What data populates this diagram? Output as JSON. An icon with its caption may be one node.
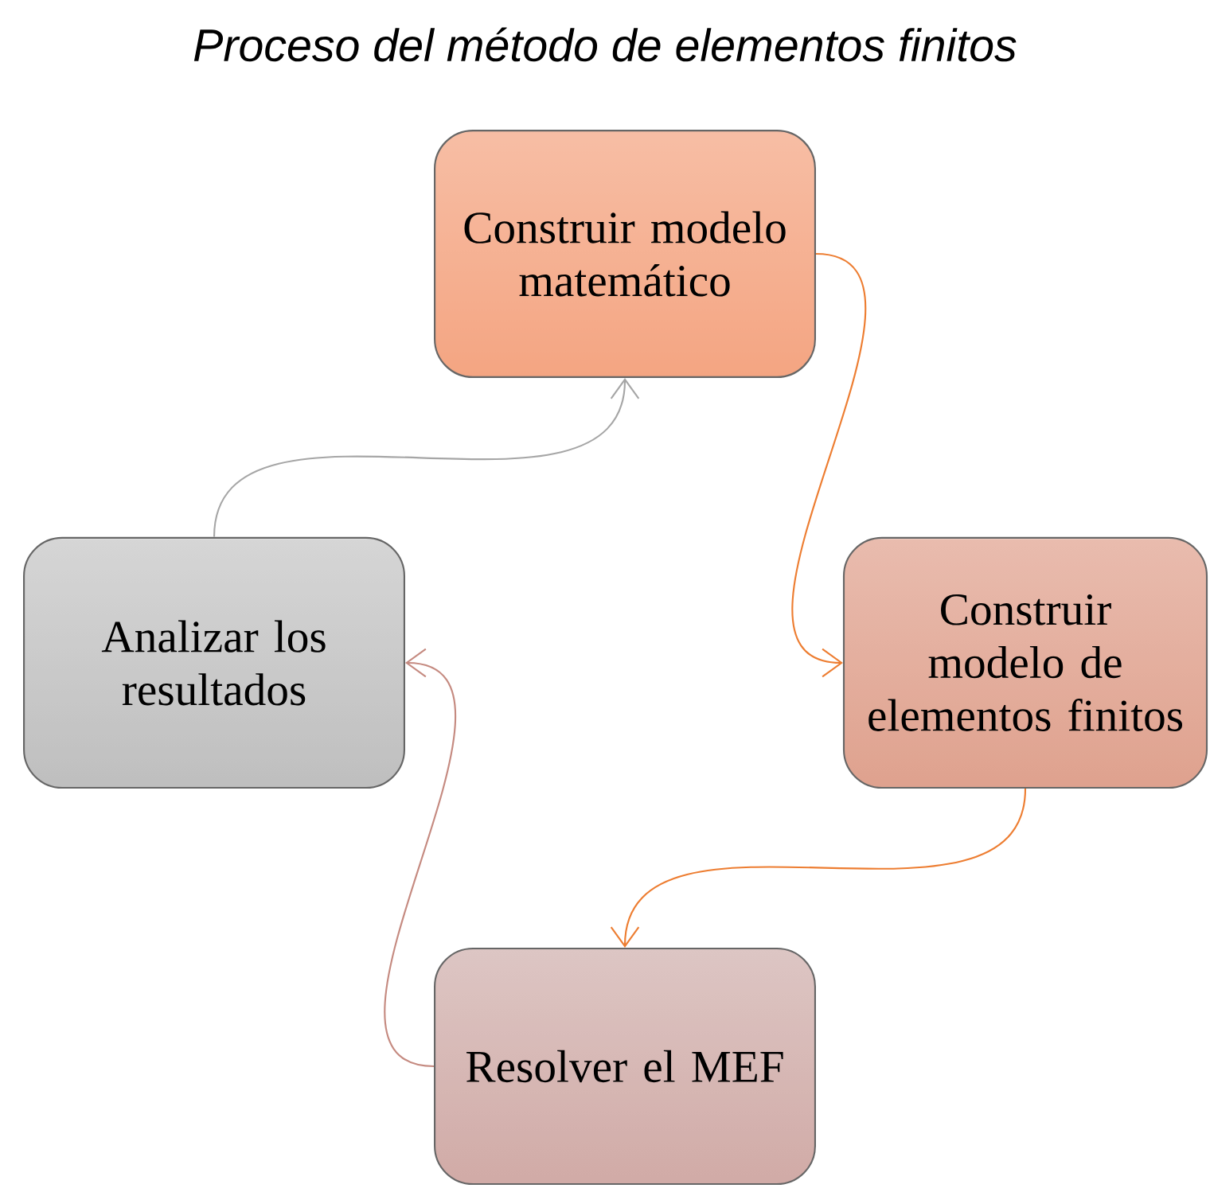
{
  "diagram": {
    "title": "Proceso del método de elementos finitos",
    "nodes": [
      {
        "text": [
          "Construir modelo matemático"
        ]
      },
      {
        "text": [
          "Construir modelo de elementos finitos"
        ]
      },
      {
        "text": [
          "Resolver el MEF"
        ]
      },
      {
        "text": [
          "Analizar los resultados"
        ]
      }
    ],
    "edges": [
      {
        "from": 0,
        "to": 1,
        "arrow": "to",
        "color": "#ed7d31"
      },
      {
        "from": 1,
        "to": 2,
        "arrow": "to",
        "color": "#ed7d31"
      },
      {
        "from": 2,
        "to": 3,
        "arrow": "to",
        "color": "#c58a80"
      },
      {
        "from": 3,
        "to": 0,
        "arrow": "to",
        "color": "#a6a6a6"
      }
    ]
  }
}
